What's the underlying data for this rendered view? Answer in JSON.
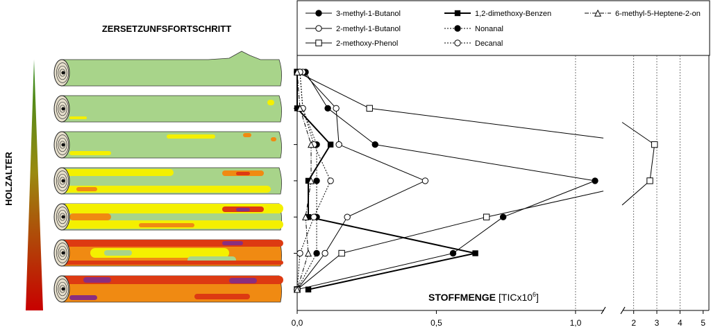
{
  "left_panel": {
    "title": "ZERSETZUNFSFORTSCHRITT",
    "axis_label": "HOLZALTER",
    "logs_count": 7,
    "colors": {
      "sound_wood": "#a8d48a",
      "yellow": "#f4f000",
      "orange": "#f08a12",
      "red": "#dd3a12",
      "purple": "#8a2e7e",
      "age_triangle_top": "#2e8b1e",
      "age_triangle_bottom": "#c80000"
    }
  },
  "chart_data": {
    "type": "line",
    "xlabel_bold": "STOFFMENGE",
    "xlabel_unit": "[TICx10",
    "xlabel_sup": "6",
    "xlabel_close": "]",
    "x_axis_segments": [
      {
        "range": [
          0,
          1.1
        ],
        "ticks": [
          0,
          0.5,
          1.0
        ],
        "tick_labels": [
          "0,0",
          "0,5",
          "1,0"
        ],
        "grid": [
          1.0
        ]
      },
      {
        "range": [
          1.5,
          5.1
        ],
        "ticks": [
          2,
          3,
          4,
          5
        ],
        "tick_labels": [
          "2",
          "3",
          "4",
          "5"
        ],
        "grid": [
          2,
          3,
          4
        ]
      }
    ],
    "y_levels": 7,
    "series": [
      {
        "name": "3-methyl-1-Butanol",
        "marker": "filled-circle",
        "dash": "solid",
        "width": 1,
        "values": [
          0.03,
          0.11,
          0.28,
          1.07,
          0.74,
          0.56,
          0.0
        ]
      },
      {
        "name": "2-methyl-1-Butanol",
        "marker": "open-circle",
        "dash": "solid",
        "width": 1,
        "values": [
          0.02,
          0.14,
          0.15,
          0.46,
          0.18,
          0.1,
          0.0
        ]
      },
      {
        "name": "2-methoxy-Phenol",
        "marker": "open-square",
        "dash": "solid",
        "width": 1,
        "values": [
          0.0,
          0.26,
          2.9,
          2.7,
          0.68,
          0.16,
          0.0
        ]
      },
      {
        "name": "1,2-dimethoxy-Benzen",
        "marker": "filled-square",
        "dash": "solid",
        "width": 2,
        "values": [
          0.0,
          0.0,
          0.12,
          0.04,
          0.04,
          0.64,
          0.04
        ]
      },
      {
        "name": "Nonanal",
        "marker": "filled-circle",
        "dash": "dotted",
        "width": 1,
        "values": [
          0.01,
          0.02,
          0.07,
          0.07,
          0.07,
          0.07,
          0.0
        ]
      },
      {
        "name": "Decanal",
        "marker": "open-circle",
        "dash": "dotted",
        "width": 1,
        "values": [
          0.01,
          0.02,
          0.06,
          0.12,
          0.06,
          0.01,
          0.0
        ]
      },
      {
        "name": "6-methyl-5-Heptene-2-on",
        "marker": "open-triangle",
        "dash": "dashdot",
        "width": 1,
        "values": [
          0.0,
          0.01,
          0.05,
          0.05,
          0.03,
          0.04,
          0.0
        ]
      }
    ],
    "legend_placement": "top"
  }
}
